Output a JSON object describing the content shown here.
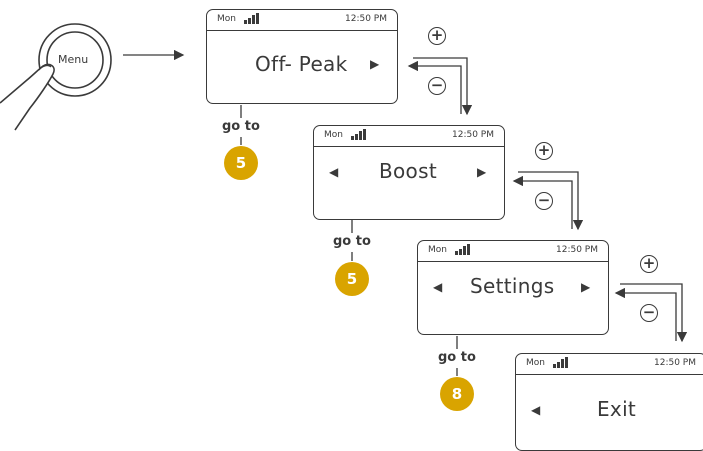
{
  "menu_button": {
    "label": "Menu"
  },
  "screens": [
    {
      "day": "Mon",
      "time": "12:50 PM",
      "title": "Off- Peak",
      "left_arrow": false,
      "right_arrow": true
    },
    {
      "day": "Mon",
      "time": "12:50 PM",
      "title": "Boost",
      "left_arrow": true,
      "right_arrow": true
    },
    {
      "day": "Mon",
      "time": "12:50 PM",
      "title": "Settings",
      "left_arrow": true,
      "right_arrow": true
    },
    {
      "day": "Mon",
      "time": "12:50 PM",
      "title": "Exit",
      "left_arrow": true,
      "right_arrow": false
    }
  ],
  "goto_links": [
    {
      "label": "go to",
      "target": "5"
    },
    {
      "label": "go to",
      "target": "5"
    },
    {
      "label": "go to",
      "target": "8"
    }
  ],
  "nav_controls": {
    "plus": "+",
    "minus": "−"
  },
  "icons": [
    "hand-pointer-icon",
    "signal-bars-icon",
    "arrow-left-icon",
    "arrow-right-icon",
    "plus-icon",
    "minus-icon"
  ],
  "colors": {
    "badge": "#d9a400",
    "line": "#3a3a3a"
  }
}
